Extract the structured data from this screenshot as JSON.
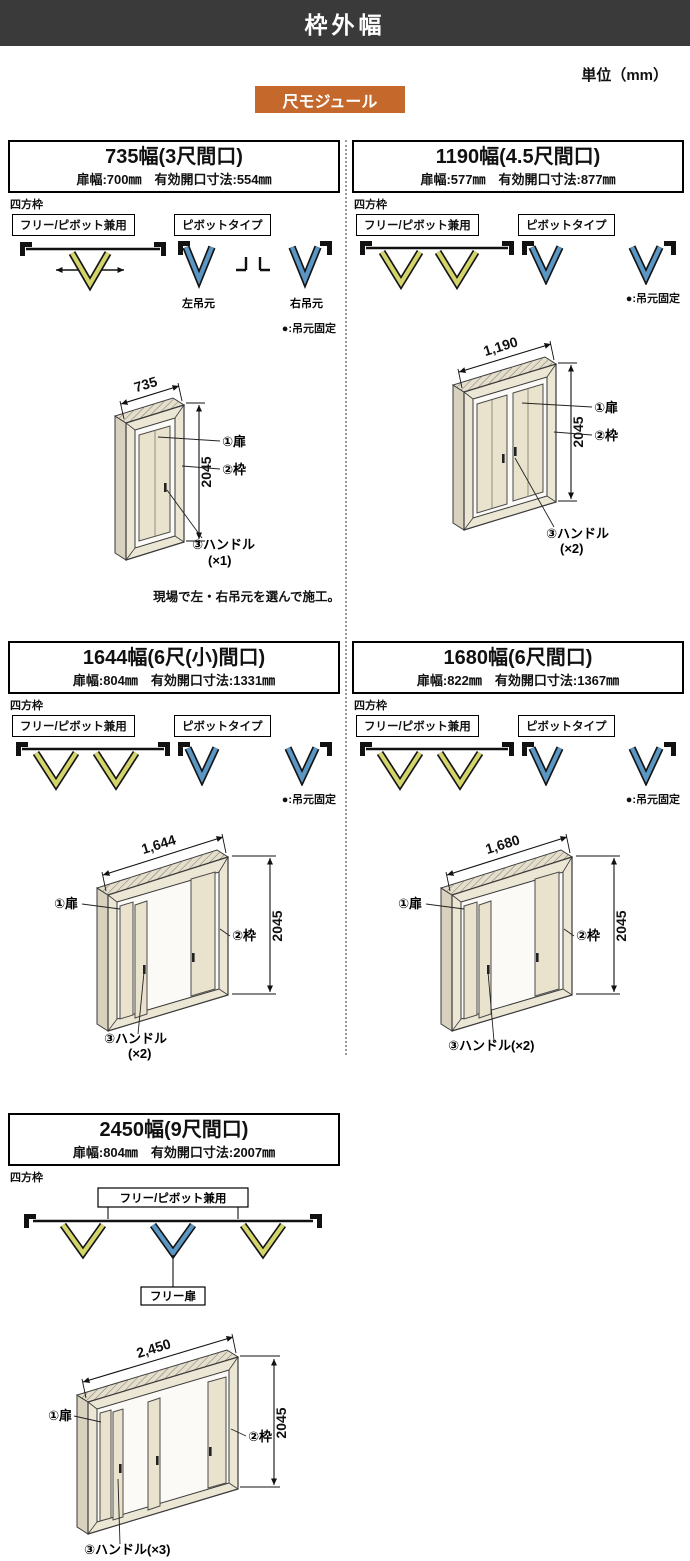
{
  "header": {
    "title": "枠外幅"
  },
  "meta": {
    "unit_label": "単位（mm）",
    "module_badge": "尺モジュール"
  },
  "common": {
    "four_side_frame": "四方枠",
    "free_pivot_label": "フリー/ピボット兼用",
    "pivot_type_label": "ピボットタイプ",
    "left_hang_label": "左吊元",
    "right_hang_label": "右吊元",
    "hang_fixed_note": "●:吊元固定",
    "free_door_label": "フリー扉",
    "site_note": "現場で左・右吊元を選んで施工。"
  },
  "panels": [
    {
      "title": "735幅(3尺間口)",
      "subtitle": "扉幅:700㎜　有効開口寸法:554㎜",
      "width_dim": "735",
      "height_dim": "2045",
      "door_callout": "①扉",
      "frame_callout": "②枠",
      "handle_callout": "③ハンドル",
      "handle_count": "(×1)"
    },
    {
      "title": "1190幅(4.5尺間口)",
      "subtitle": "扉幅:577㎜　有効開口寸法:877㎜",
      "width_dim": "1,190",
      "height_dim": "2045",
      "door_callout": "①扉",
      "frame_callout": "②枠",
      "handle_callout": "③ハンドル",
      "handle_count": "(×2)"
    },
    {
      "title": "1644幅(6尺(小)間口)",
      "subtitle": "扉幅:804㎜　有効開口寸法:1331㎜",
      "width_dim": "1,644",
      "height_dim": "2045",
      "door_callout": "①扉",
      "frame_callout": "②枠",
      "handle_callout": "③ハンドル",
      "handle_count": "(×2)"
    },
    {
      "title": "1680幅(6尺間口)",
      "subtitle": "扉幅:822㎜　有効開口寸法:1367㎜",
      "width_dim": "1,680",
      "height_dim": "2045",
      "door_callout": "①扉",
      "frame_callout": "②枠",
      "handle_callout": "③ハンドル(×2)",
      "handle_count": ""
    },
    {
      "title": "2450幅(9尺間口)",
      "subtitle": "扉幅:804㎜　有効開口寸法:2007㎜",
      "width_dim": "2,450",
      "height_dim": "2045",
      "door_callout": "①扉",
      "frame_callout": "②枠",
      "handle_callout": "③ハンドル(×3)",
      "handle_count": ""
    }
  ]
}
